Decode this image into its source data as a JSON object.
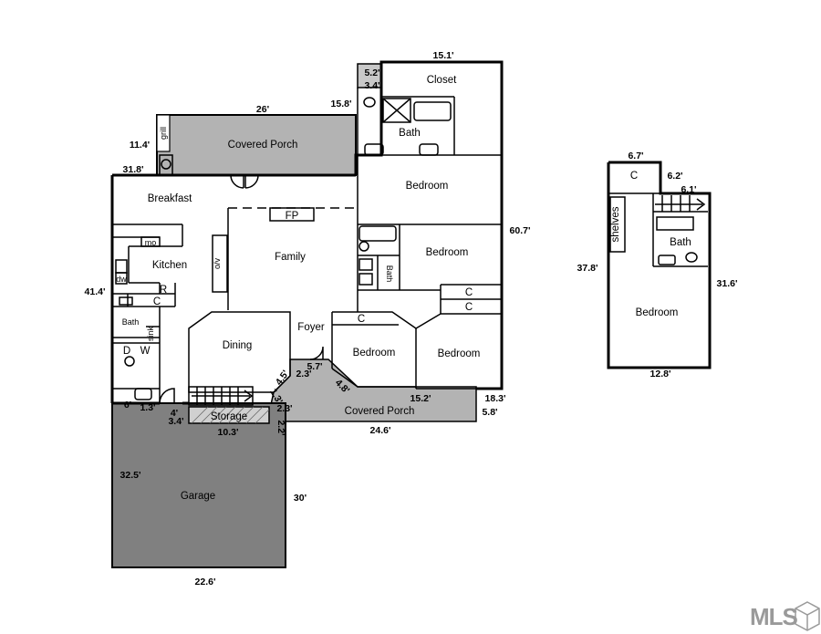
{
  "floor_plan": {
    "rooms": {
      "closet": "Closet",
      "bath_master": "Bath",
      "covered_porch_rear": "Covered Porch",
      "grill": "grill",
      "breakfast": "Breakfast",
      "fireplace": "FP",
      "bedroom_master": "Bedroom",
      "family": "Family",
      "bedroom_2": "Bedroom",
      "kitchen": "Kitchen",
      "dw": "dw",
      "mo": "mo",
      "r": "R",
      "c_kitchen": "C",
      "bath_hall": "Bath",
      "bath_laundry": "Bath",
      "wd": "W",
      "dryer": "D",
      "sink": "sink",
      "dining": "Dining",
      "foyer": "Foyer",
      "c_bed3": "C",
      "bedroom_3": "Bedroom",
      "bedroom_4": "Bedroom",
      "c1": "C",
      "c2": "C",
      "storage": "Storage",
      "covered_porch_front": "Covered Porch",
      "garage": "Garage",
      "oven": "o/v",
      "c_upper": "C",
      "shelves": "shelves",
      "bath_upper": "Bath",
      "bedroom_upper": "Bedroom"
    },
    "dimensions": {
      "d_15_1": "15.1'",
      "d_5_2": "5.2'",
      "d_3_4a": "3.4'",
      "d_15_8": "15.8'",
      "d_26": "26'",
      "d_11_4": "11.4'",
      "d_31_8": "31.8'",
      "d_60_7": "60.7'",
      "d_41_4": "41.4'",
      "d_5_7": "5.7'",
      "d_2_3a": "2.3'",
      "d_4_5": "4.5'",
      "d_4_8": "4.8'",
      "d_1_3a": "1.3'",
      "d_2_3b": "2.3'",
      "d_15_2": "15.2'",
      "d_18_3": "18.3'",
      "d_5_8": "5.8'",
      "d_6": "6'",
      "d_1_3b": "1.3'",
      "d_4": "4'",
      "d_3_4b": "3.4'",
      "d_10_3": "10.3'",
      "d_2_2": "2.2'",
      "d_24_6": "24.6'",
      "d_32_5": "32.5'",
      "d_30": "30'",
      "d_22_6": "22.6'",
      "d_6_7": "6.7'",
      "d_6_2": "6.2'",
      "d_6_1": "6.1'",
      "d_37_8": "37.8'",
      "d_31_6": "31.6'",
      "d_12_8": "12.8'"
    },
    "logo": "MLS"
  },
  "colors": {
    "porch_fill": "#b3b3b3",
    "garage_fill": "#808080",
    "wall": "#000000",
    "logo": "#9a9a9a"
  }
}
